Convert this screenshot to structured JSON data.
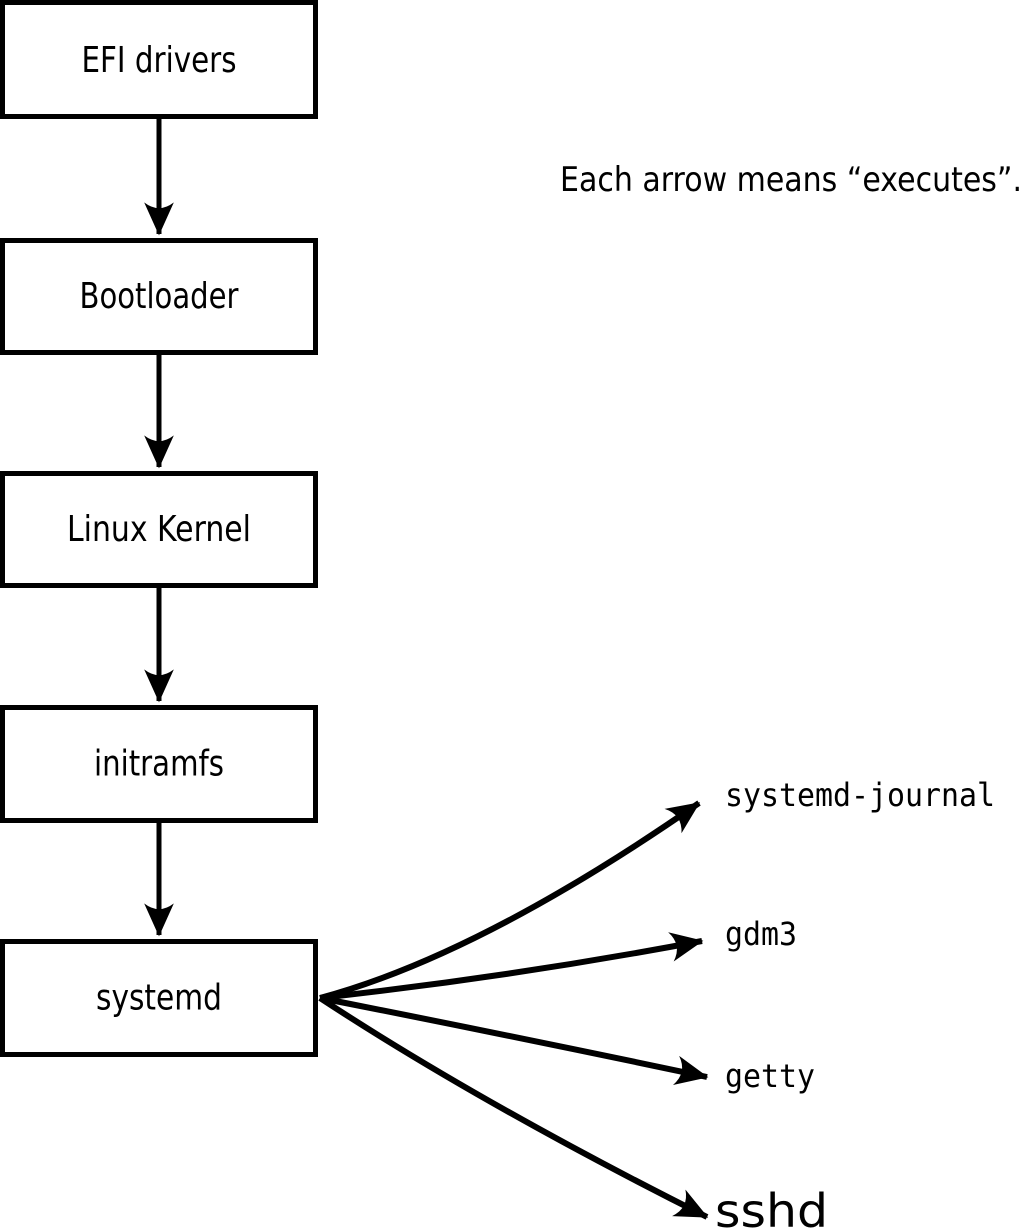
{
  "diagram": {
    "annotation": "Each arrow means “executes”.",
    "arrow_meaning": "executes",
    "boot_chain": [
      {
        "label": "EFI drivers"
      },
      {
        "label": "Bootloader"
      },
      {
        "label": "Linux Kernel"
      },
      {
        "label": "initramfs"
      },
      {
        "label": "systemd"
      }
    ],
    "services": [
      {
        "label": "systemd-journal"
      },
      {
        "label": "gdm3"
      },
      {
        "label": "getty"
      },
      {
        "label": "sshd"
      }
    ],
    "colors": {
      "background": "#ffffff",
      "box_fill": "#ffffff",
      "line": "#000000",
      "text": "#000000"
    }
  }
}
